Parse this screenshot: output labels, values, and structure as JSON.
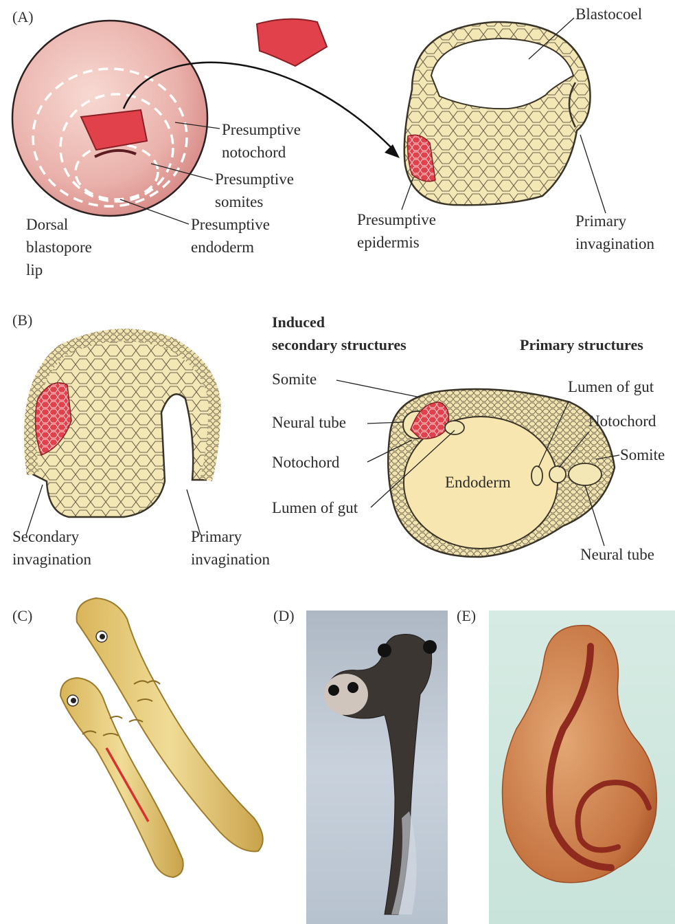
{
  "panels": {
    "a": {
      "letter": "(A)",
      "labels": {
        "blastocoel": "Blastocoel",
        "notochord": "Presumptive\nnotochord",
        "somites": "Presumptive\nsomites",
        "endoderm": "Presumptive\nendoderm",
        "dorsal_lip": "Dorsal\nblastopore\nlip",
        "epidermis": "Presumptive\nepidermis",
        "primary_invagination": "Primary\ninvagination"
      }
    },
    "b": {
      "letter": "(B)",
      "labels": {
        "induced_header": "Induced\nsecondary structures",
        "primary_header": "Primary structures",
        "somite_left": "Somite",
        "neural_tube_left": "Neural tube",
        "notochord_left": "Notochord",
        "lumen_left": "Lumen of gut",
        "lumen_right": "Lumen of gut",
        "notochord_right": "Notochord",
        "somite_right": "Somite",
        "endoderm": "Endoderm",
        "neural_tube_right": "Neural tube",
        "secondary_invagination": "Secondary\ninvagination",
        "primary_invagination": "Primary\ninvagination"
      }
    },
    "c": {
      "letter": "(C)"
    },
    "d": {
      "letter": "(D)"
    },
    "e": {
      "letter": "(E)"
    }
  },
  "colors": {
    "graft_red": "#e0414b",
    "yolk_cell": "#f3e6b3",
    "embryo_pink": "#e9a8a4",
    "larva_yellow": "#e6c772",
    "stain_orange": "#c8643a"
  }
}
